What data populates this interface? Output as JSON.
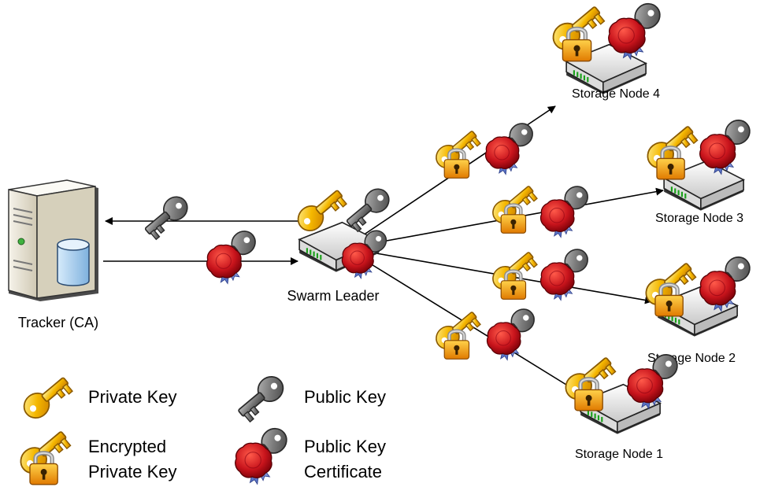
{
  "colors": {
    "background": "#ffffff",
    "arrow": "#000000",
    "private_key": "#f5b800",
    "public_key": "#6e6e6e",
    "certificate_seal": "#c8141c",
    "lock_body": "#f29a00",
    "server_body": "#e9e4d4",
    "database": "#9cc6ea"
  },
  "nodes": {
    "tracker": {
      "label": "Tracker (CA)",
      "icon": "server-icon"
    },
    "leader": {
      "label": "Swarm Leader",
      "icon": "router-icon"
    },
    "storage": [
      {
        "label": "Storage Node 4",
        "icon": "router-icon"
      },
      {
        "label": "Storage Node 3",
        "icon": "router-icon"
      },
      {
        "label": "Storage Node 2",
        "icon": "router-icon"
      },
      {
        "label": "Storage Node 1",
        "icon": "router-icon"
      }
    ]
  },
  "edges": [
    {
      "from": "Swarm Leader",
      "to": "Tracker (CA)",
      "carries": [
        "Public Key"
      ]
    },
    {
      "from": "Tracker (CA)",
      "to": "Swarm Leader",
      "carries": [
        "Public Key Certificate"
      ]
    },
    {
      "from": "Swarm Leader",
      "to": "Storage Node 4",
      "carries": [
        "Encrypted Private Key",
        "Public Key Certificate"
      ]
    },
    {
      "from": "Swarm Leader",
      "to": "Storage Node 3",
      "carries": [
        "Encrypted Private Key",
        "Public Key Certificate"
      ]
    },
    {
      "from": "Swarm Leader",
      "to": "Storage Node 2",
      "carries": [
        "Encrypted Private Key",
        "Public Key Certificate"
      ]
    },
    {
      "from": "Swarm Leader",
      "to": "Storage Node 1",
      "carries": [
        "Encrypted Private Key",
        "Public Key Certificate"
      ]
    }
  ],
  "legend": {
    "private_key": "Private Key",
    "public_key": "Public Key",
    "encrypted_line1": "Encrypted",
    "encrypted_line2": "Private Key",
    "cert_line1": "Public Key",
    "cert_line2": "Certificate"
  }
}
